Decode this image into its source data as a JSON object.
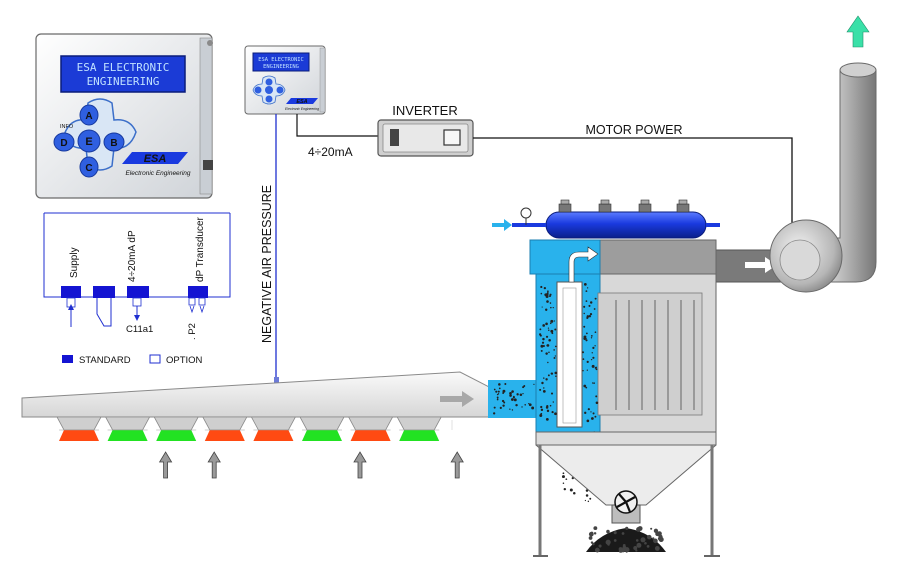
{
  "controller_large": {
    "lcd_line1": "ESA ELECTRONIC",
    "lcd_line2": "ENGINEERING",
    "key_up": "A",
    "key_center": "E",
    "key_left": "D",
    "key_right": "B",
    "key_down": "C",
    "key_info": "INFO",
    "brand": "ESA",
    "brand_sub": "Electronic Engineering"
  },
  "controller_small": {
    "lcd_line1": "ESA ELECTRONIC",
    "lcd_line2": "ENGINEERING",
    "brand": "ESA",
    "brand_sub": "Electronic Engineering"
  },
  "wiring": {
    "supply_label": "Supply",
    "current_label": "4÷20mA dP",
    "transducer_label": "dP Transducer",
    "c11_label": "C11a1",
    "p2_label": ". P2"
  },
  "legend": {
    "standard_label": "STANDARD",
    "option_label": "OPTION",
    "standard_color": "#1414d2",
    "option_color": "#ffffff"
  },
  "labels": {
    "negative_air_pressure": "NEGATIVE AIR PRESSURE",
    "current_signal": "4÷20mA",
    "inverter": "INVERTER",
    "motor_power": "MOTOR POWER"
  },
  "hoppers": {
    "states": [
      "red",
      "green",
      "green",
      "red",
      "red",
      "green",
      "red",
      "green"
    ],
    "arrow_under": [
      1,
      2,
      5,
      7
    ],
    "red_color": "#ff4a12",
    "green_color": "#22e222"
  },
  "colors": {
    "blue": "#1a3adf",
    "cyan": "#29b2ec",
    "signal_line": "#1f2fd0",
    "exhaust_arrow": "#3ae0a8"
  }
}
